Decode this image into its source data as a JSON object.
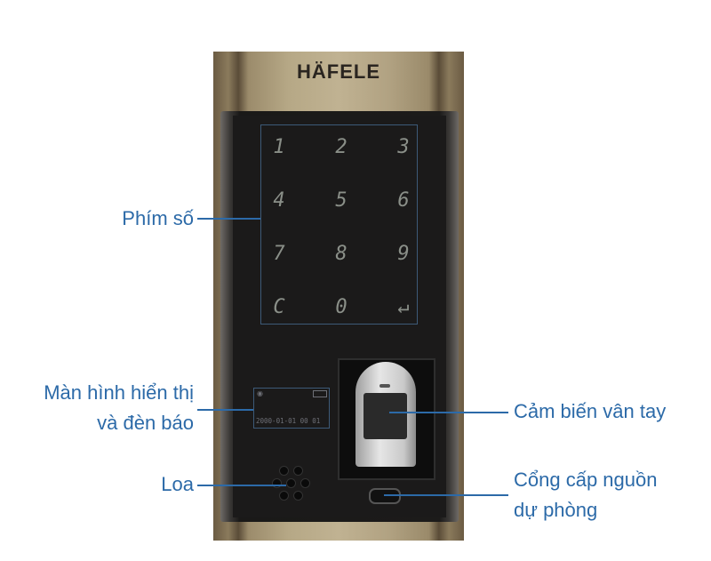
{
  "product": {
    "brand_logo": "HÄFELE"
  },
  "keypad": {
    "keys": [
      "1",
      "2",
      "3",
      "4",
      "5",
      "6",
      "7",
      "8",
      "9",
      "C",
      "0",
      "↵"
    ]
  },
  "display": {
    "datetime": "2000-01-01 00 01"
  },
  "labels": {
    "keypad": "Phím số",
    "display_line1": "Màn hình hiển thị",
    "display_line2": "và đèn báo",
    "speaker": "Loa",
    "fingerprint": "Cảm biến vân tay",
    "power_line1": "Cổng cấp nguồn",
    "power_line2": "dự phòng"
  },
  "colors": {
    "annotation": "#2c6aa8"
  }
}
